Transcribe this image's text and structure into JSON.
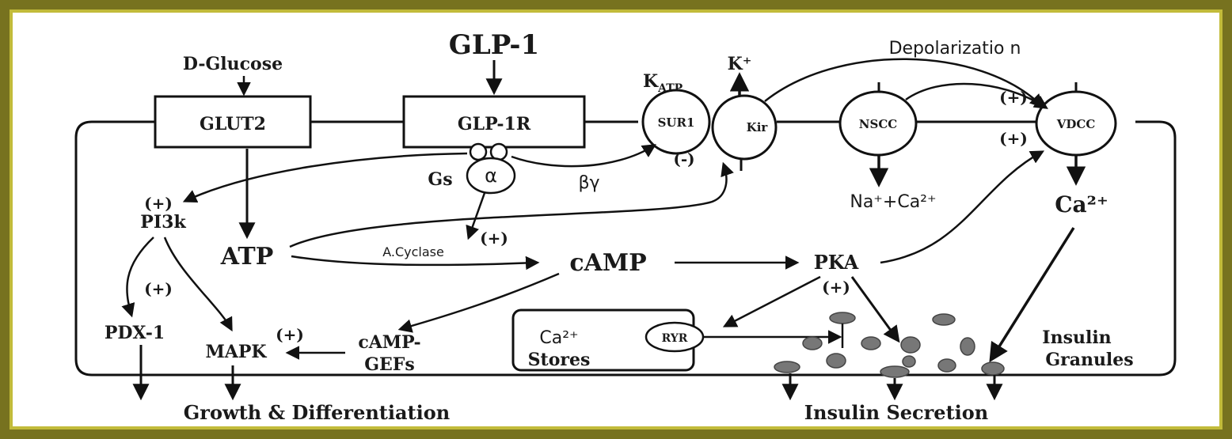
{
  "nodes": {
    "glp1": "GLP-1",
    "d_glucose": "D-Glucose",
    "depolarization": "Depolarizatio n",
    "k_atp_main": "K",
    "k_atp_sub": "ATP",
    "k_plus": "K⁺",
    "glut2": "GLUT2",
    "glp1r": "GLP-1R",
    "sur1": "SUR1",
    "kir": "Kir",
    "nscc": "NSCC",
    "vdcc": "VDCC",
    "gs": "Gs",
    "alpha": "α",
    "beta_gamma": "βγ",
    "pi3k": "PI3k",
    "atp": "ATP",
    "a_cyclase": "A.Cyclase",
    "camp": "cAMP",
    "pka": "PKA",
    "na_ca": "Na⁺+Ca²⁺",
    "ca2": "Ca²⁺",
    "pdx1": "PDX-1",
    "mapk": "MAPK",
    "camp_gefs_1": "cAMP-",
    "camp_gefs_2": "GEFs",
    "ca_stores_1": "Ca²⁺",
    "ca_stores_2": "Stores",
    "ryr": "RYR",
    "insulin_granules_1": "Insulin",
    "insulin_granules_2": "Granules",
    "growth": "Growth & Differentiation",
    "insulin_secretion": "Insulin Secretion"
  },
  "signs": {
    "plus": "(+)",
    "minus": "(-)"
  }
}
